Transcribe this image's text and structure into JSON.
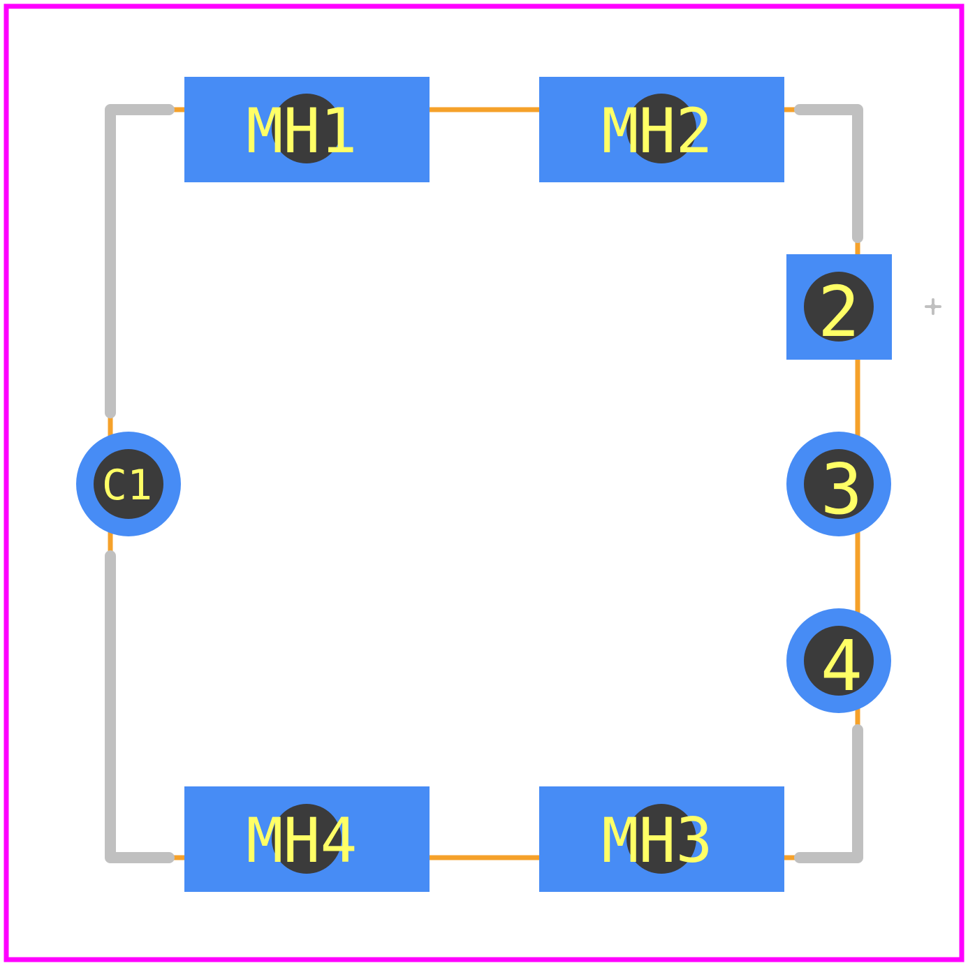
{
  "colors": {
    "background": "#ffffff",
    "board_outline": "#ff00ff",
    "courtyard": "#f5a12a",
    "silkscreen": "#c0c0c0",
    "pad": "#478cf5",
    "drill": "#3b3b3b",
    "label": "#ffff66"
  },
  "pads": {
    "mh1": {
      "label": "MH1",
      "shape": "rectangle"
    },
    "mh2": {
      "label": "MH2",
      "shape": "rectangle"
    },
    "mh3": {
      "label": "MH3",
      "shape": "rectangle"
    },
    "mh4": {
      "label": "MH4",
      "shape": "rectangle"
    },
    "pin2": {
      "label": "2",
      "shape": "square"
    },
    "pin3": {
      "label": "3",
      "shape": "round"
    },
    "pin4": {
      "label": "4",
      "shape": "round"
    },
    "c1": {
      "label": "C1",
      "shape": "round"
    }
  },
  "origin_marker": {
    "icon": "crosshair-icon"
  }
}
